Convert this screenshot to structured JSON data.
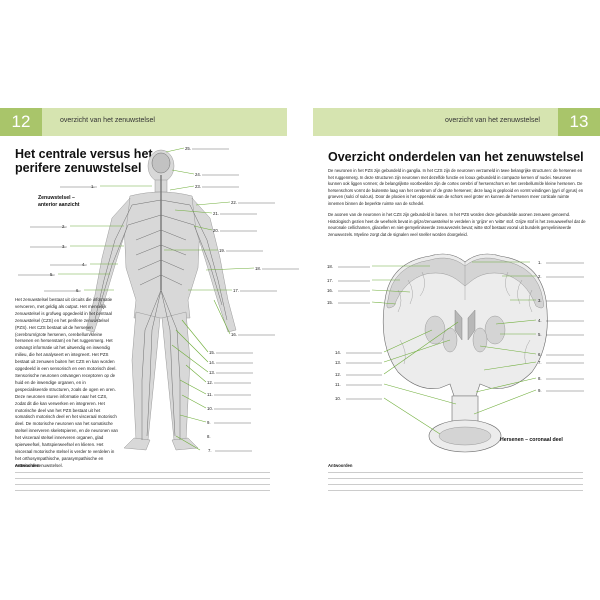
{
  "left_page": {
    "page_number": "12",
    "band_title": "overzicht van het zenuwstelsel",
    "heading_line1": "Het centrale versus het",
    "heading_line2": "perifere zenuwstelsel",
    "figure_caption_line1": "Zenuwstelsel –",
    "figure_caption_line2": "anterior aanzicht",
    "body_text": "Het zenuwstelsel bestaat uit circuits die informatie vervoeren, met geldig als output. Het menselijk zenuwstelsel is grofweg opgedeeld in het centraal zenuwstelsel (CZS) en het perifere zenuwstelsel (PZS). Het CZS bestaat uit de hersenen (cerebrum/grote hersenen, cerebellum/kleine hersenen en hersenstam) en het ruggenmerg. Het ontvangt informatie uit het uitwendig en inwendig milieu, die het analyseert en integreert. Het PZS bestaat uit zenuwen buiten het CZS en kan worden opgedeeld in een sensorisch en een motorisch deel. Sensorische neuronen ontvangen receptoren op de huid en de inwendige organen, en in gespecialiseerde structuren, zoals de ogen en oren. Deze neuronen sturen informatie naar het CZS, zodat dit die kan verwerken en integreren. Het motorische deel van het PZS bestaat uit het somatisch motorisch deel en het visceraal motorisch deel. De motorische neuronen van het somatische stelsel innerveren skeletspieren, en de neuronen van het visceraal stelsel innerveren organen, glad spierweefsel, hartspierweefsel en klieren. Het visceraal motorische stelsel is verder te verdelen in het orthosympathische, parasympathische en enterische zenuwstelsel.",
    "footnote_label": "Antwoorden",
    "labels_left": [
      "1.",
      "2.",
      "3.",
      "4.",
      "5.",
      "6.",
      "7."
    ],
    "labels_right": [
      "25.",
      "24.",
      "23.",
      "22.",
      "21.",
      "20.",
      "19.",
      "18.",
      "17.",
      "16.",
      "15.",
      "14.",
      "13.",
      "12.",
      "11.",
      "10.",
      "9.",
      "8."
    ]
  },
  "right_page": {
    "page_number": "13",
    "band_title": "overzicht van het zenuwstelsel",
    "heading": "Overzicht onderdelen van het zenuwstelsel",
    "paragraph1": "De neuronen in het PZS zijn gebundeld in ganglia. In het CZS zijn de neuronen verzameld in twee belangrijke structuren: de hersenen en het ruggenmerg. In deze structuren zijn neuronen met dezelfde functie en looux gebundeld in compacte kernen of nuclei. Neuronen kunnen ook liggen vormen; de belangrijkste voorbeelden zijn de cortex cerebri of hersenschors en het cerebellum/de kleine hersenen. De hersenschors vormt de buitenste laag van het cerebrum of de grote hersenen; deze laag is geplooid en vormt windingen (gyri of gyrus) en groeven (sulci of sulcus). Door de plooien is het oppervlak van de schors veel groter en kunnen de hersenen meer corticale ruimte innemen binnen de beperkte ruimte van de schedel.",
    "paragraph2": "De axonen van de neuronen in het CZS zijn gebundeld in banen. In het PZS worden deze gebundelde axonen zenuwen genoemd. Histologisch gezien heet de weefsels bevat in grijze/zenuwstelsel te verdelen in 'grijze' en 'witte' stof. Grijze stof is het zenuwweefsel dat de neuronale cellichamen, gliacellen en niet-gemyeliniseerde zenuwvezels bevat; witte stof bestaat vooral uit bundels gemyeliniseerde zenuwvezels. Myeline zorgt dat de signalen veel sneller worden doorgeleid.",
    "figure_caption": "Hersenen – coronaal deel",
    "footnote_label": "Antwoorden",
    "labels_left": [
      "18.",
      "17.",
      "16.",
      "15."
    ],
    "labels_right": [
      "1.",
      "2.",
      "3.",
      "4.",
      "5.",
      "6.",
      "7.",
      "8.",
      "9."
    ],
    "labels_bottom_left": [
      "14.",
      "13.",
      "12.",
      "11.",
      "10."
    ]
  }
}
